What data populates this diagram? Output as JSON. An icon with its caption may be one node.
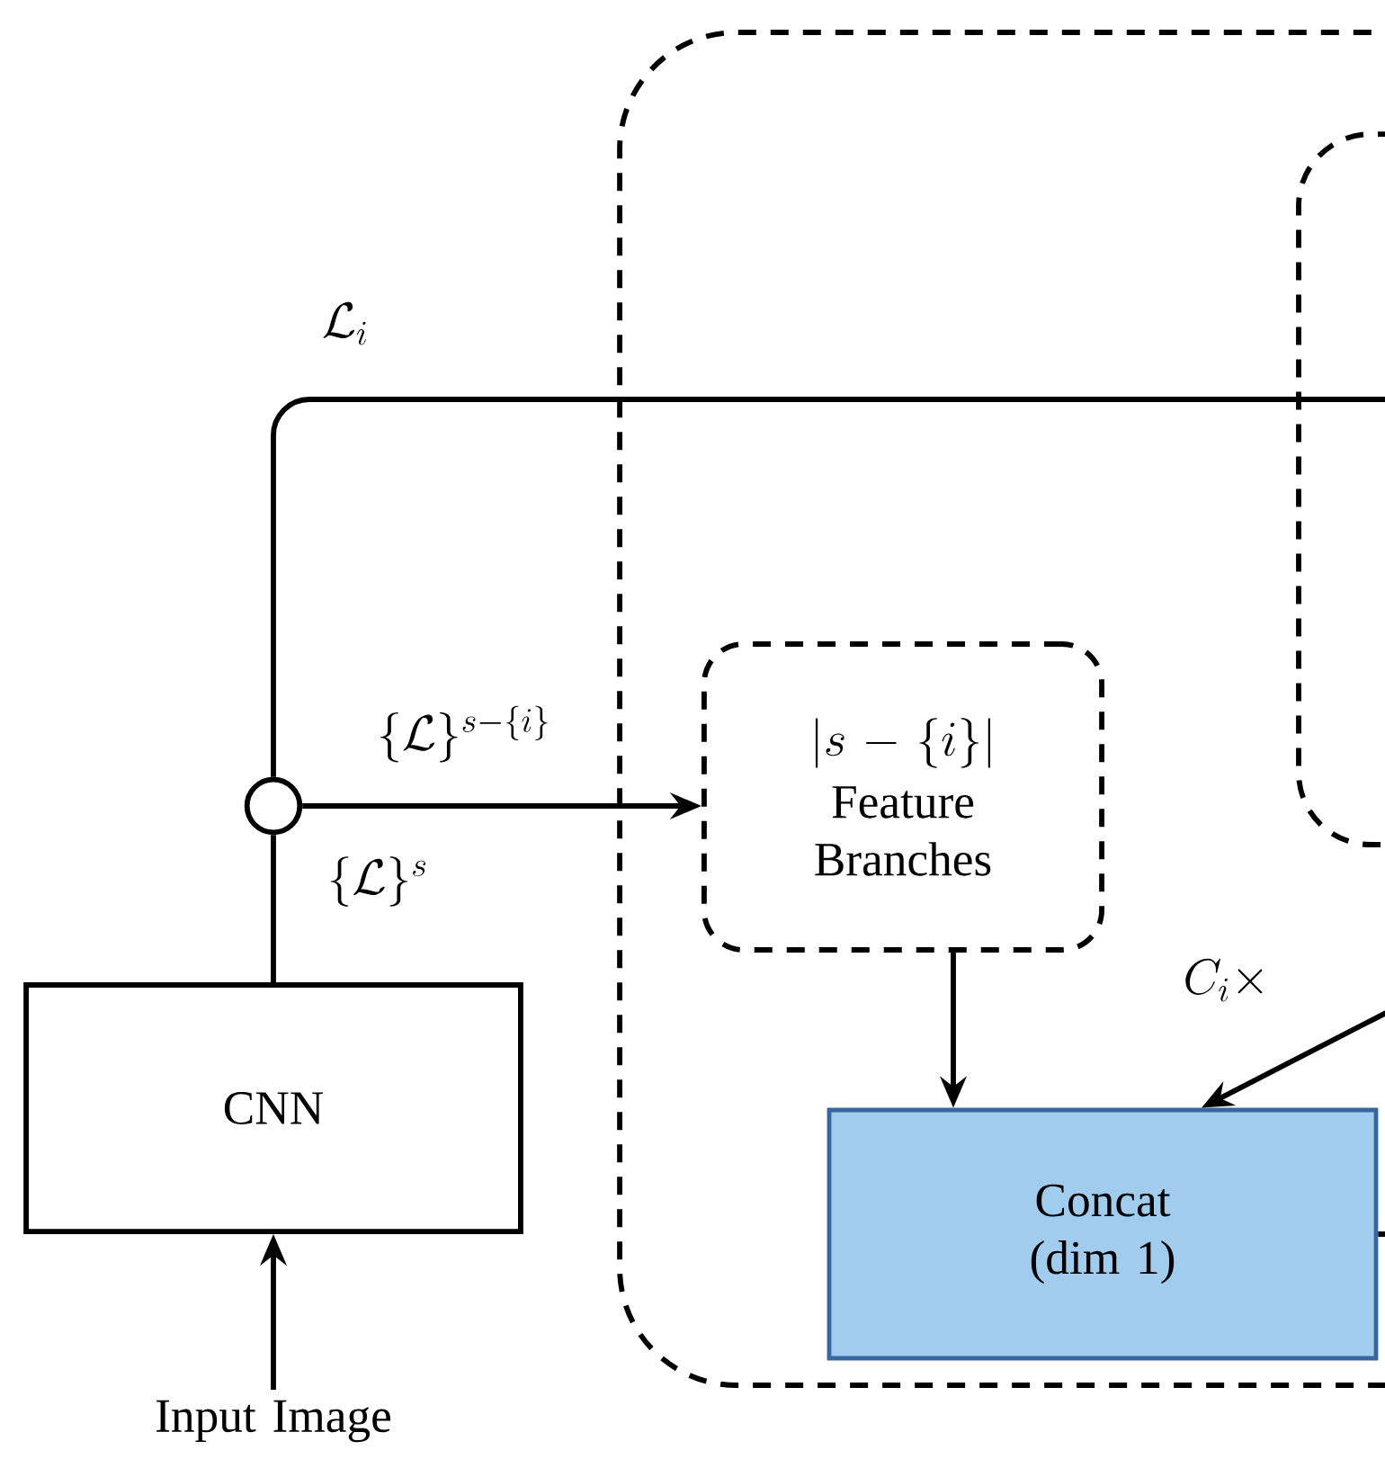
{
  "diagram": {
    "nodes": [
      {
        "text": [],
        "shape": "box"
      },
      {
        "text": [],
        "shape": "box"
      },
      {
        "text": [],
        "shape": "circle"
      },
      {
        "text": [
          "|s-\\{i\\}|",
          "Feature Branches"
        ],
        "in": 0
      },
      {
        "text": [
          "CNN"
        ]
      },
      {
        "text": [
          "Concat (dim 1)"
        ],
        "in": 0
      },
      {
        "text": [
          "Input Image"
        ]
      }
    ],
    "edges": [
      {
        "from": 6,
        "to": 4,
        "arrow": "to"
      },
      {
        "from": 4,
        "to": 2,
        "arrow": "none",
        "label": "\\{\\mathcal{L}\\}^{s}"
      },
      {
        "from": 2,
        "to": 3,
        "arrow": "to",
        "label": "\\{\\mathcal{L}\\}^{s-\\{i\\}}"
      },
      {
        "from": 2,
        "to": 1,
        "arrow": "none",
        "label": "\\mathcal{L}_i"
      },
      {
        "from": 3,
        "to": 5,
        "arrow": "to"
      },
      {
        "from": null,
        "to": 5,
        "arrow": "to",
        "label": "C_i \\times"
      },
      {
        "from": 5,
        "to": null,
        "arrow": "none"
      }
    ]
  }
}
